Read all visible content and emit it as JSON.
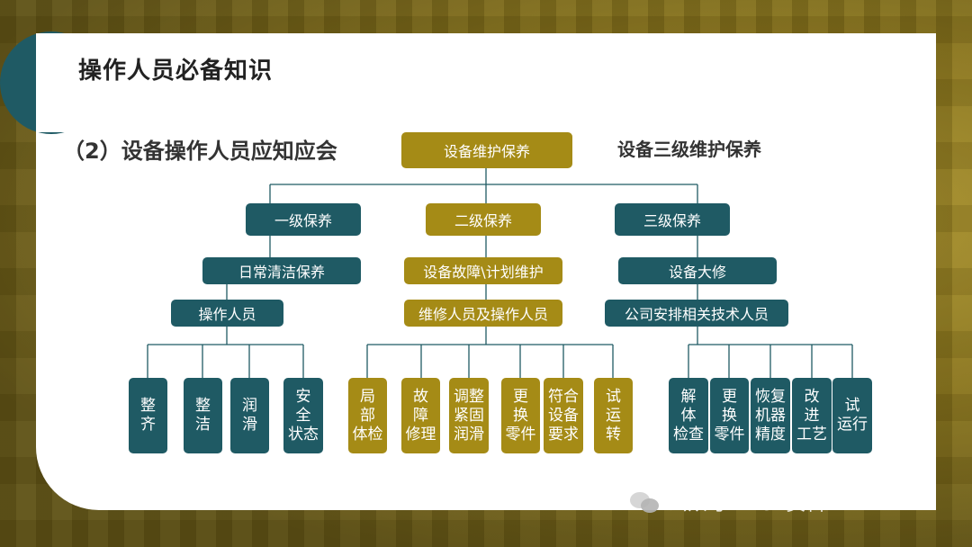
{
  "title": "操作人员必备知识",
  "subtitle": "（2）设备操作人员应知应会",
  "right_heading": "设备三级维护保养",
  "root": "设备维护保养",
  "levels": [
    {
      "label": "一级保养",
      "task": "日常清洁保养",
      "people": "操作人员",
      "items": [
        "整\n齐",
        "整\n洁",
        "润\n滑",
        "安\n全\n状态"
      ]
    },
    {
      "label": "二级保养",
      "task": "设备故障\\计划维护",
      "people": "维修人员及操作人员",
      "items": [
        "局\n部\n体检",
        "故\n障\n修理",
        "调整\n紧固\n润滑",
        "更\n换\n零件",
        "符合\n设备\n要求",
        "试\n运\n转"
      ]
    },
    {
      "label": "三级保养",
      "task": "设备大修",
      "people": "公司安排相关技术人员",
      "items": [
        "解\n体\n检查",
        "更\n换\n零件",
        "恢复\n机器\n精度",
        "改\n进\n工艺",
        "试\n运行"
      ]
    }
  ],
  "watermark": "公众号 · HSE资料",
  "colors": {
    "teal": "#1f5a64",
    "gold": "#a58b16"
  }
}
